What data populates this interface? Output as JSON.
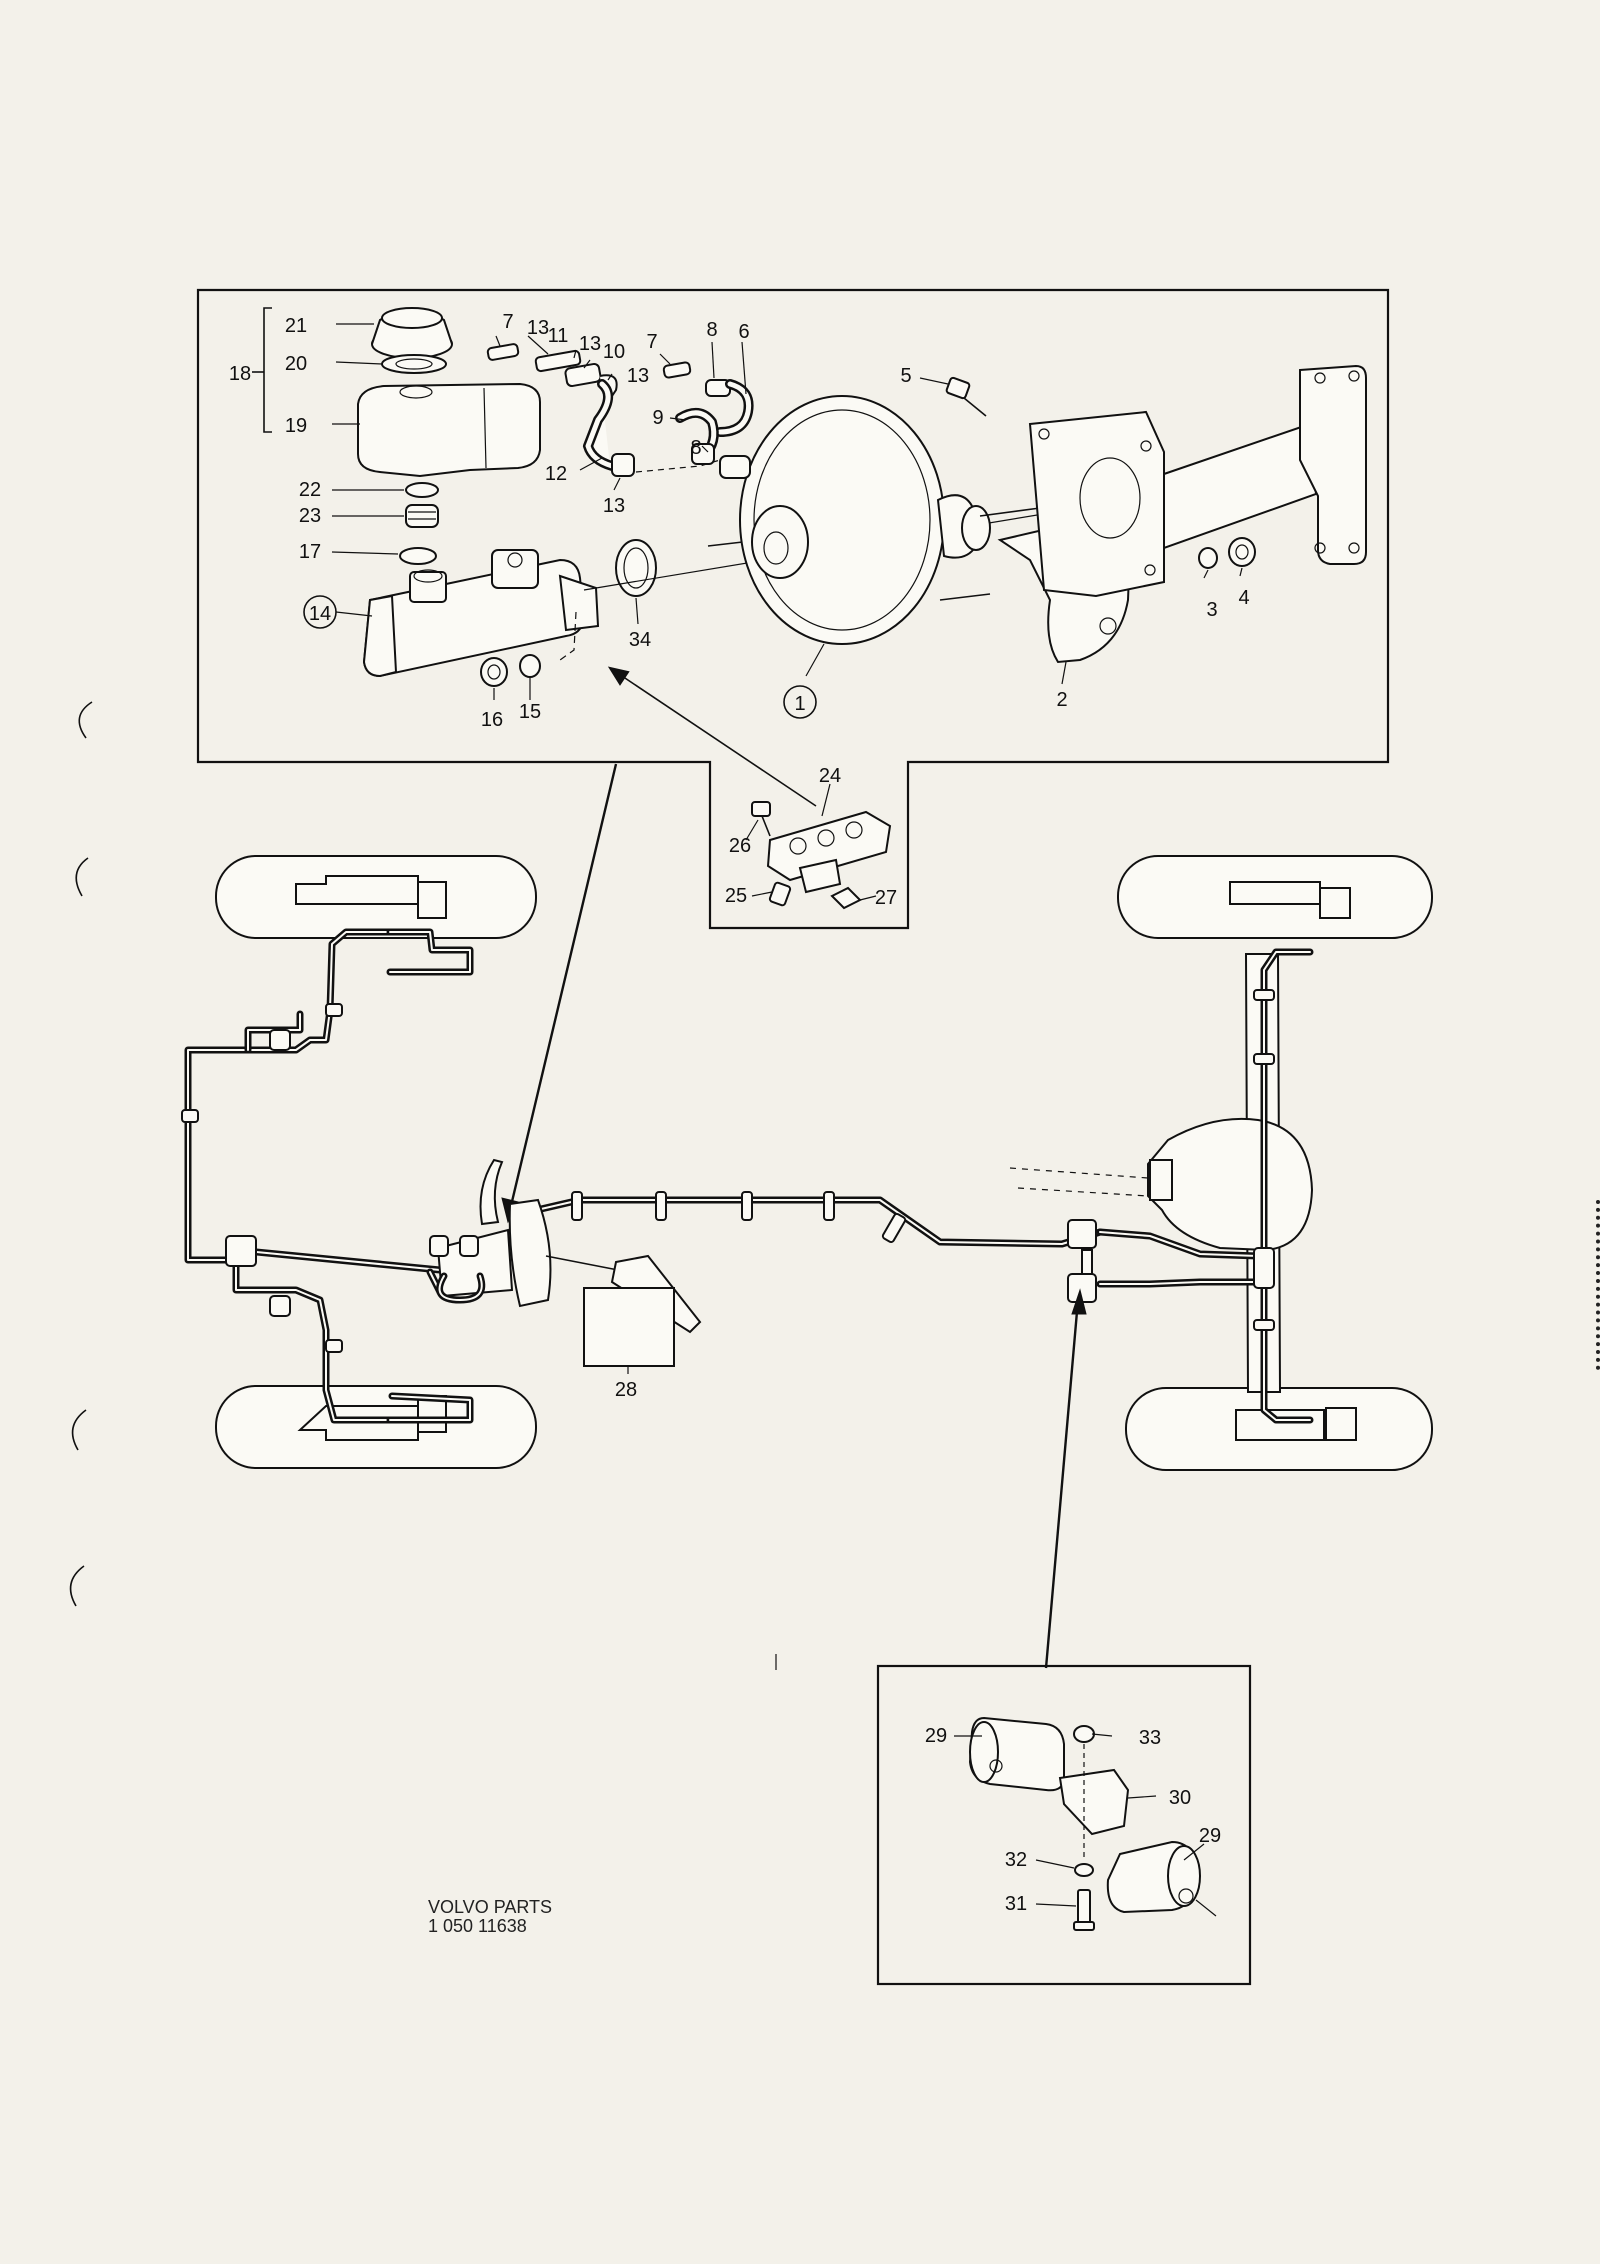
{
  "callouts": {
    "n1": "1",
    "n2": "2",
    "n3": "3",
    "n4": "4",
    "n5": "5",
    "n6": "6",
    "n7": "7",
    "n8": "8",
    "n9": "9",
    "n10": "10",
    "n11": "11",
    "n12": "12",
    "n13": "13",
    "n14": "14",
    "n15": "15",
    "n16": "16",
    "n17": "17",
    "n18": "18",
    "n19": "19",
    "n20": "20",
    "n21": "21",
    "n22": "22",
    "n23": "23",
    "n24": "24",
    "n25": "25",
    "n26": "26",
    "n27": "27",
    "n28": "28",
    "n29": "29",
    "n30": "30",
    "n31": "31",
    "n32": "32",
    "n33": "33",
    "n34": "34"
  },
  "footer": {
    "line1": "VOLVO PARTS",
    "line2": "1 050 11638"
  }
}
